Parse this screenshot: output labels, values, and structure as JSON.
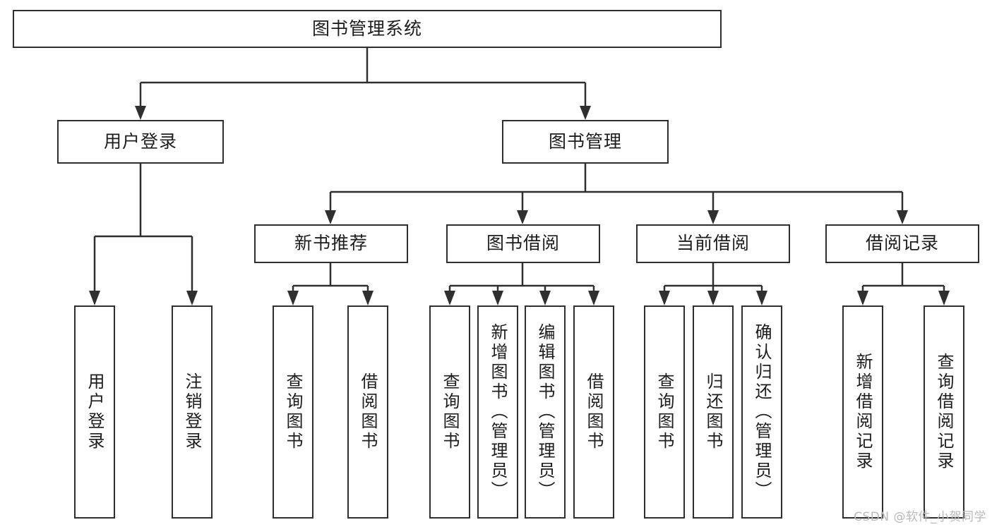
{
  "diagram": {
    "type": "tree-hierarchy",
    "title": "图书管理系统",
    "watermark": "CSDN @软件_小贺同学",
    "colors": {
      "stroke": "#2f2f2f",
      "background": "#ffffff",
      "text": "#1d1d1d",
      "watermark": "#b9b9b9"
    },
    "root": {
      "label": "图书管理系统"
    },
    "level2": [
      {
        "label": "用户登录"
      },
      {
        "label": "图书管理"
      }
    ],
    "level3": [
      {
        "label": "新书推荐"
      },
      {
        "label": "图书借阅"
      },
      {
        "label": "当前借阅"
      },
      {
        "label": "借阅记录"
      }
    ],
    "leaves": {
      "user_login": [
        {
          "label": "用户登录"
        },
        {
          "label": "注销登录"
        }
      ],
      "new_book": [
        {
          "label": "查询图书"
        },
        {
          "label": "借阅图书"
        }
      ],
      "borrow_book": [
        {
          "label": "查询图书"
        },
        {
          "label": "新增图书（管理员）"
        },
        {
          "label": "编辑图书（管理员）"
        },
        {
          "label": "借阅图书"
        }
      ],
      "current_borrow": [
        {
          "label": "查询图书"
        },
        {
          "label": "归还图书"
        },
        {
          "label": "确认归还（管理员）"
        }
      ],
      "borrow_record": [
        {
          "label": "新增借阅记录"
        },
        {
          "label": "查询借阅记录"
        }
      ]
    }
  }
}
